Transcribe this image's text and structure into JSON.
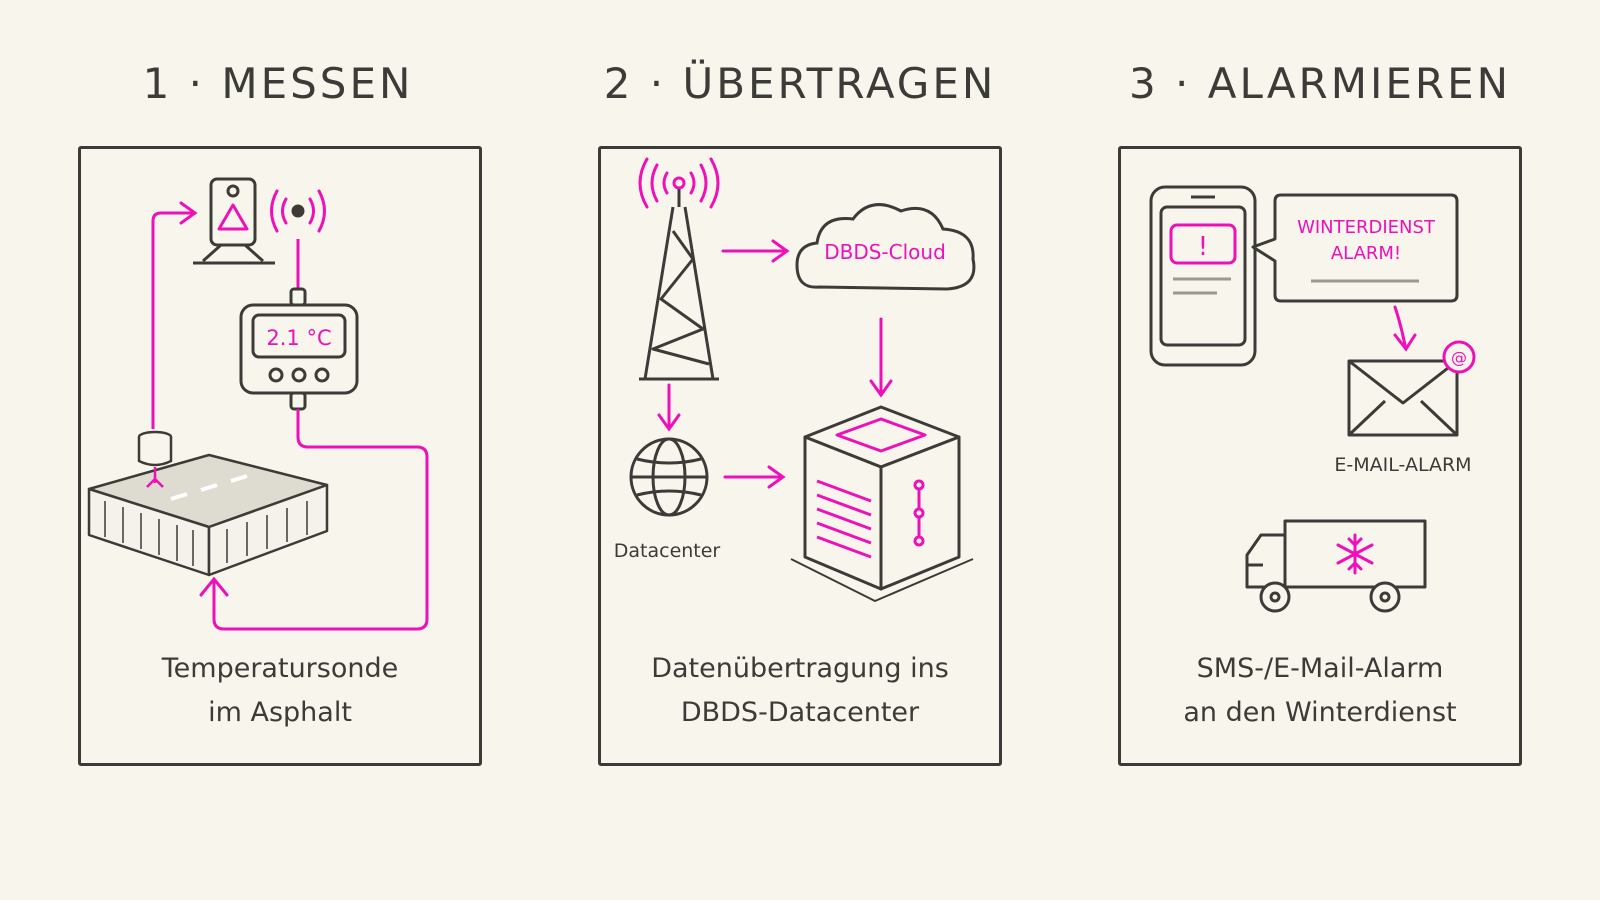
{
  "colors": {
    "background": "#f8f6ec",
    "ink": "#3d3b38",
    "accent": "#ee10b8"
  },
  "steps": [
    {
      "title": "1 · MESSEN",
      "caption": [
        "Temperatursonde",
        "im Asphalt"
      ],
      "sensor_display": "2.1 °C",
      "icons": [
        "weather-station-icon",
        "signal-waves-icon",
        "measuring-device-icon",
        "asphalt-block-icon",
        "probe-icon"
      ]
    },
    {
      "title": "2 · ÜBERTRAGEN",
      "caption": [
        "Datenübertragung ins",
        "DBDS-Datacenter"
      ],
      "cloud_label": "DBDS-Cloud",
      "datacenter_label": "Datacenter",
      "icons": [
        "radio-tower-icon",
        "cloud-icon",
        "globe-icon",
        "server-icon"
      ]
    },
    {
      "title": "3 · ALARMIEREN",
      "caption": [
        "SMS-/E-Mail-Alarm",
        "an den Winterdienst"
      ],
      "alert_line1": "WINTERDIENST",
      "alert_line2": "ALARM!",
      "phone_symbol": "!",
      "email_label": "E-MAIL-ALARM",
      "email_badge": "@",
      "icons": [
        "smartphone-icon",
        "speech-bubble-icon",
        "envelope-icon",
        "snow-truck-icon",
        "snowflake-icon"
      ]
    }
  ]
}
